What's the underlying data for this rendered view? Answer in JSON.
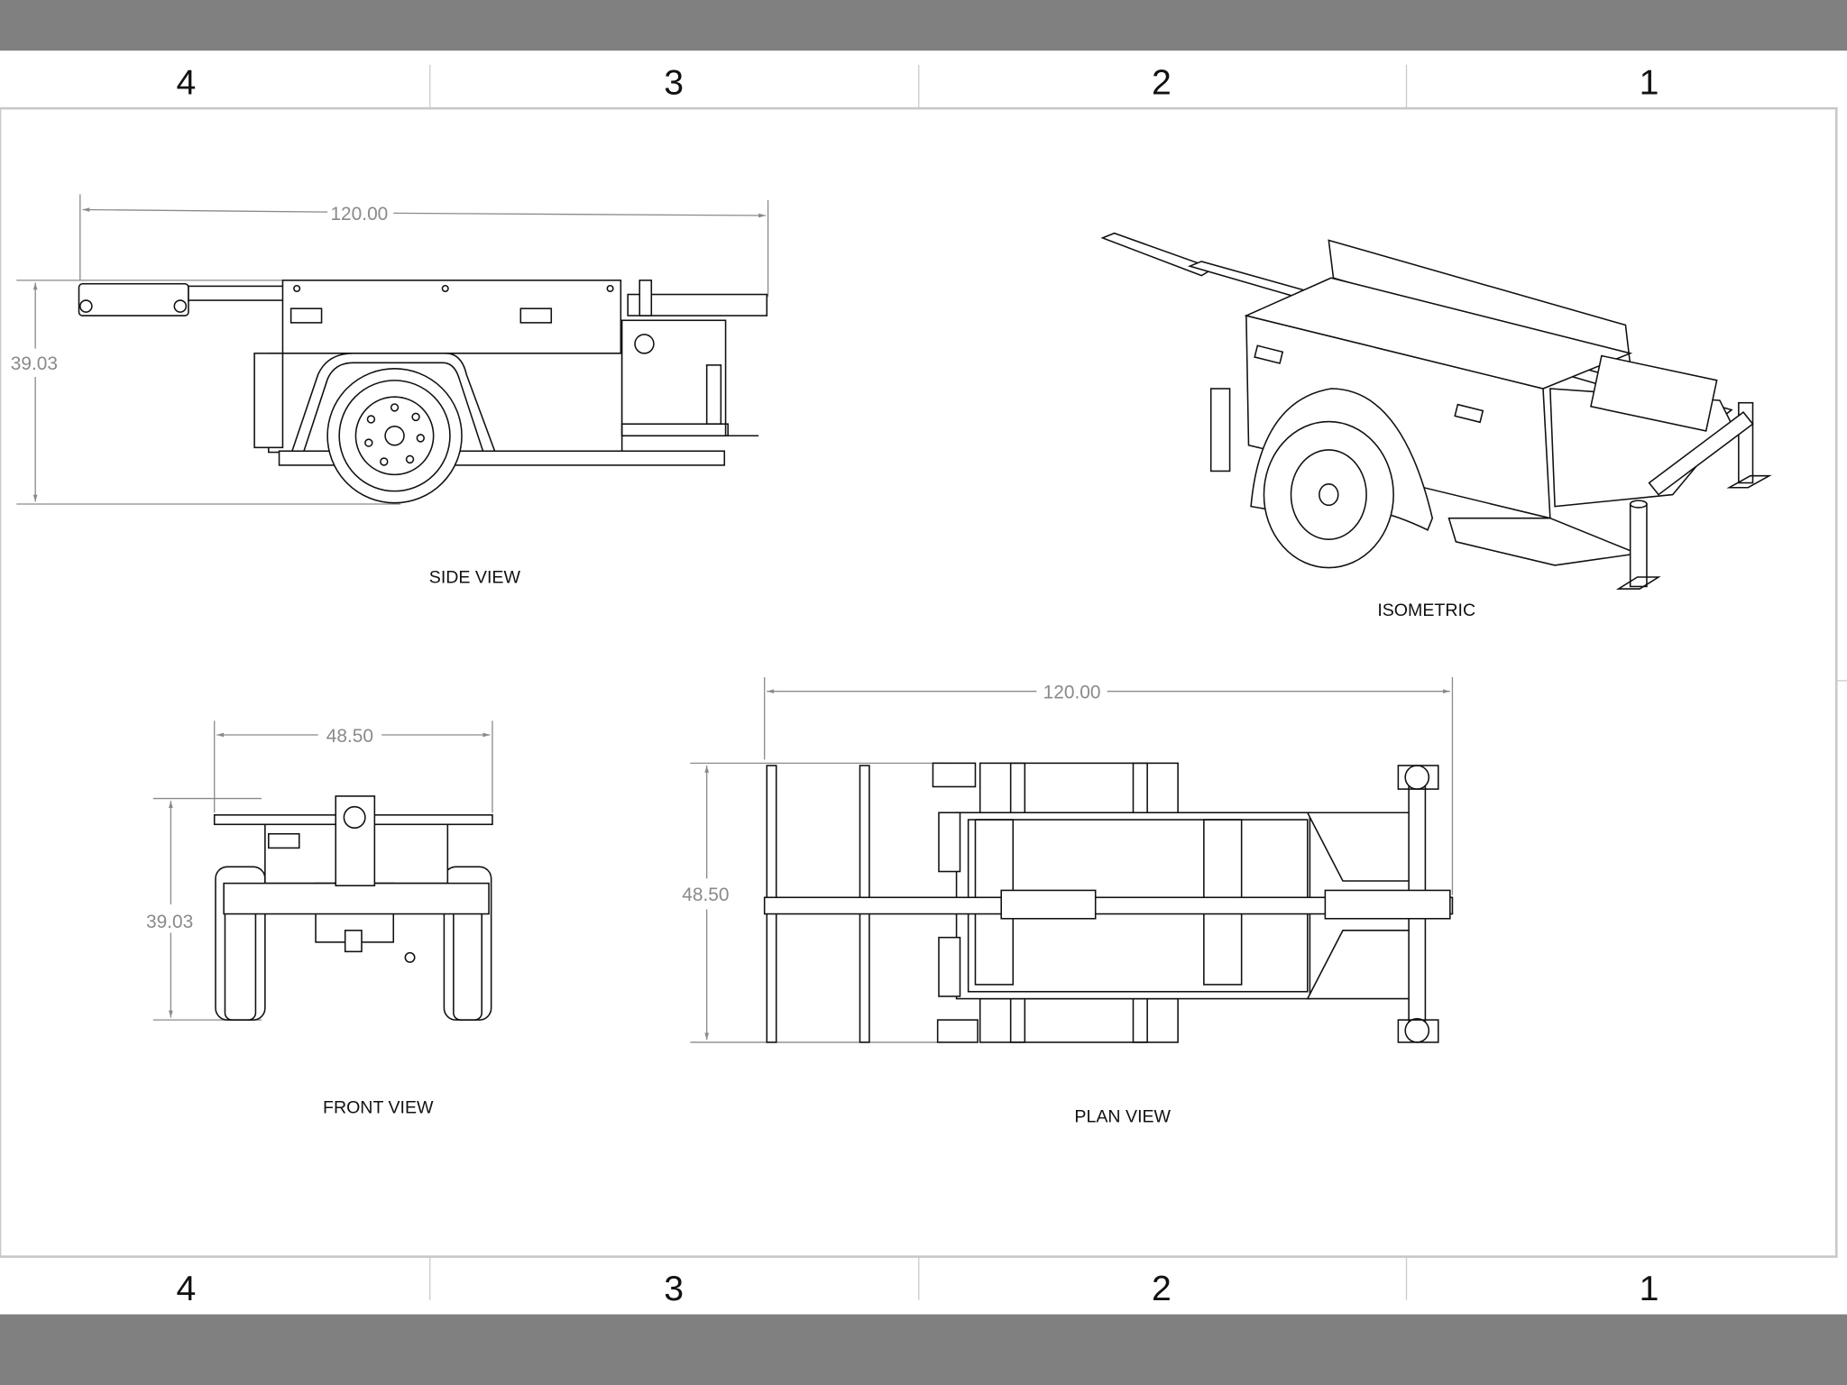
{
  "colors": {
    "chrome_bar": "#808080",
    "frame": "#c8c8c8",
    "dimension": "#8a8a8a",
    "line": "#111111"
  },
  "zones": {
    "top": [
      "4",
      "3",
      "2",
      "1"
    ],
    "bottom": [
      "4",
      "3",
      "2",
      "1"
    ]
  },
  "side_view": {
    "label": "SIDE VIEW",
    "length_dim": "120.00",
    "height_dim": "39.03"
  },
  "isometric": {
    "label": "ISOMETRIC"
  },
  "front_view": {
    "label": "FRONT VIEW",
    "width_dim": "48.50",
    "height_dim": "39.03"
  },
  "plan_view": {
    "label": "PLAN VIEW",
    "length_dim": "120.00",
    "width_dim": "48.50"
  }
}
